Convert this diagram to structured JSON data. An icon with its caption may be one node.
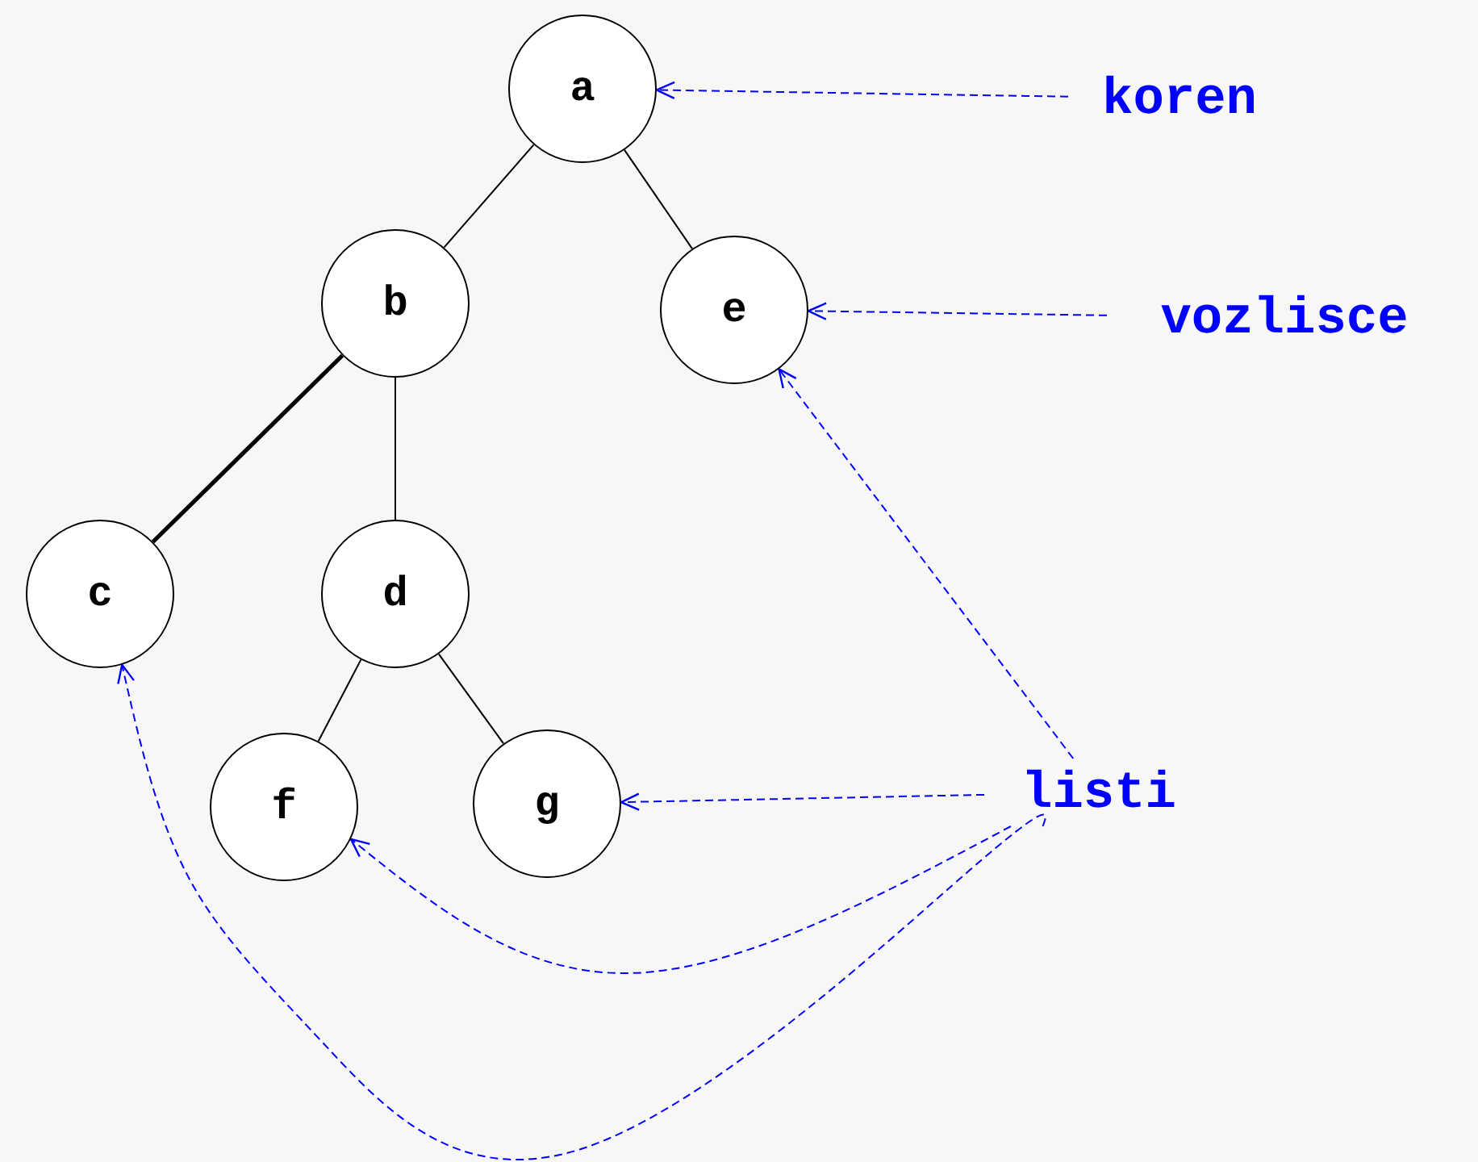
{
  "diagram": {
    "nodes": [
      {
        "text": [
          "a"
        ]
      },
      {
        "text": [
          "b"
        ]
      },
      {
        "text": [
          "e"
        ]
      },
      {
        "text": [
          "c"
        ]
      },
      {
        "text": [
          "d"
        ]
      },
      {
        "text": [
          "f"
        ]
      },
      {
        "text": [
          "g"
        ]
      },
      {
        "text": [
          "koren"
        ]
      },
      {
        "text": [
          "vozlisce"
        ]
      },
      {
        "text": [
          "listi"
        ]
      }
    ],
    "edges": [
      {
        "from": 0,
        "to": 1,
        "arrow": "none"
      },
      {
        "from": 0,
        "to": 2,
        "arrow": "none"
      },
      {
        "from": 1,
        "to": 3,
        "arrow": "none",
        "style": "thick"
      },
      {
        "from": 1,
        "to": 4,
        "arrow": "none"
      },
      {
        "from": 4,
        "to": 5,
        "arrow": "none"
      },
      {
        "from": 4,
        "to": 6,
        "arrow": "none"
      },
      {
        "from": 7,
        "to": 0,
        "arrow": "to",
        "style": "dashed",
        "color": "#0000ff"
      },
      {
        "from": 8,
        "to": 2,
        "arrow": "to",
        "style": "dashed",
        "color": "#0000ff"
      },
      {
        "from": 9,
        "to": 2,
        "arrow": "to",
        "style": "dashed",
        "color": "#0000ff"
      },
      {
        "from": 9,
        "to": 6,
        "arrow": "to",
        "style": "dashed",
        "color": "#0000ff"
      },
      {
        "from": 9,
        "to": 5,
        "arrow": "to",
        "style": "dashed",
        "color": "#0000ff"
      },
      {
        "from": 9,
        "to": 3,
        "arrow": "to",
        "style": "dashed",
        "color": "#0000ff"
      }
    ]
  }
}
